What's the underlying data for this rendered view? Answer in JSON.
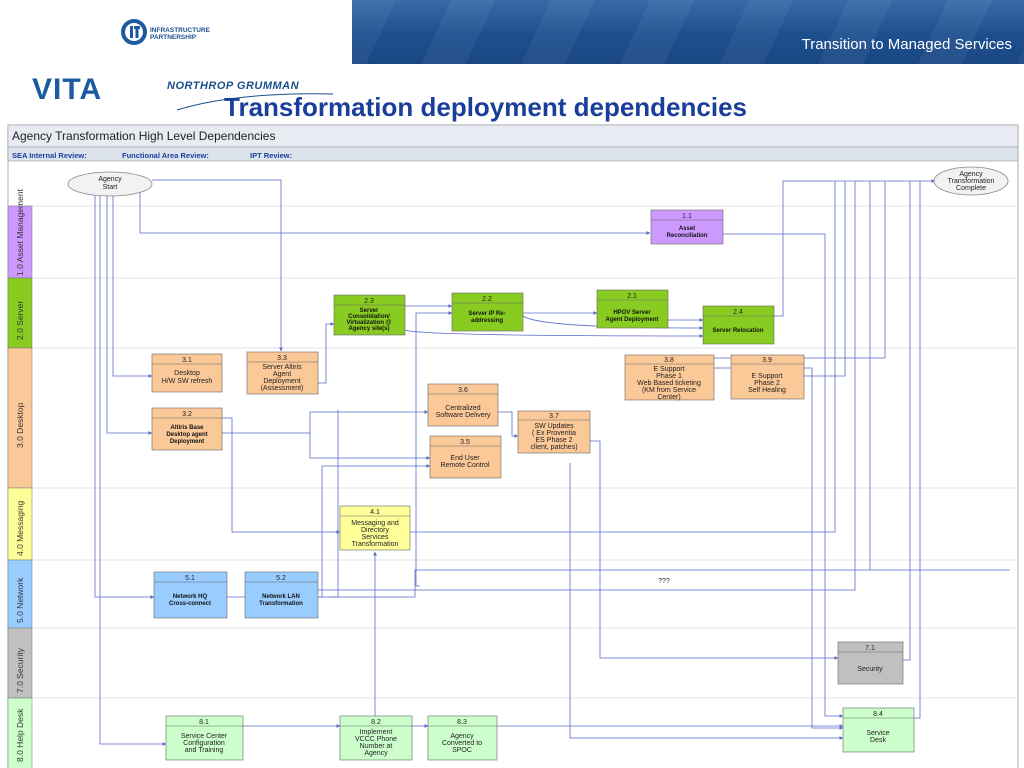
{
  "header": {
    "title": "Transition to Managed Services",
    "logo_it_text_line1": "INFRASTRUCTURE",
    "logo_it_text_line2": "PARTNERSHIP",
    "logo_vita": "VITA",
    "logo_ng": "NORTHROP GRUMMAN"
  },
  "slide_title": "Transformation deployment dependencies",
  "diagram": {
    "title": "Agency Transformation High Level Dependencies",
    "review_labels": [
      "SEA Internal Review:",
      "Functional Area Review:",
      "IPT Review:"
    ],
    "start_label": [
      "Agency",
      "Start"
    ],
    "end_label": [
      "Agency",
      "Transformation",
      "Complete"
    ],
    "unknown_note": "???",
    "colors": {
      "asset": "#cc99ff",
      "server": "#88cc22",
      "desktop": "#fbc898",
      "messaging": "#ffff99",
      "network": "#99ccff",
      "security": "#c0c0c0",
      "helpdesk": "#ccffcc",
      "connector": "#5a6bc7"
    },
    "lanes": [
      {
        "label": "1.0 Asset Management"
      },
      {
        "label": "2.0 Server"
      },
      {
        "label": "3.0 Desktop"
      },
      {
        "label": "4.0 Messaging"
      },
      {
        "label": "5.0 Network"
      },
      {
        "label": "7.0 Security"
      },
      {
        "label": "8.0 Help Desk"
      }
    ],
    "boxes": [
      {
        "id": "1.1",
        "lines": [
          "Asset",
          "Reconciliation"
        ]
      },
      {
        "id": "2.3",
        "lines": [
          "Server",
          "Consolidation/",
          "Virtualization @",
          "Agency site(s)"
        ]
      },
      {
        "id": "2.2",
        "lines": [
          "Server IP Re-",
          "addressing"
        ]
      },
      {
        "id": "2.1",
        "lines": [
          "HPOV Server",
          "Agent Deployment"
        ]
      },
      {
        "id": "2.4",
        "lines": [
          "Server Relocation"
        ]
      },
      {
        "id": "3.1",
        "lines": [
          "Desktop",
          "H/W SW refresh"
        ]
      },
      {
        "id": "3.3",
        "lines": [
          "Server Altiris",
          "Agent",
          "Deployment",
          "(Assessment)"
        ]
      },
      {
        "id": "3.8",
        "lines": [
          "E Support",
          "Phase 1",
          "Web Based ticketing",
          "(KM from Service",
          "Center)"
        ]
      },
      {
        "id": "3.9",
        "lines": [
          "E Support",
          "Phase 2",
          "Self Healing"
        ]
      },
      {
        "id": "3.6",
        "lines": [
          "Centralized",
          "Software Delivery"
        ]
      },
      {
        "id": "3.2",
        "lines": [
          "Altiris Base",
          "Desktop agent",
          "Deployment"
        ]
      },
      {
        "id": "3.7",
        "lines": [
          "SW Updates",
          "( Ex Proventia",
          "ES Phase 2",
          "client, patches)"
        ]
      },
      {
        "id": "3.5",
        "lines": [
          "End User",
          "Remote Control"
        ]
      },
      {
        "id": "4.1",
        "lines": [
          "Messaging and",
          "Directory",
          "Services",
          "Transformation"
        ]
      },
      {
        "id": "5.1",
        "lines": [
          "Network HQ",
          "Cross-connect"
        ]
      },
      {
        "id": "5.2",
        "lines": [
          "Network LAN",
          "Transformation"
        ]
      },
      {
        "id": "7.1",
        "lines": [
          "Security"
        ]
      },
      {
        "id": "8.1",
        "lines": [
          "Service Center",
          "Configuration",
          "and Training"
        ]
      },
      {
        "id": "8.2",
        "lines": [
          "Implement",
          "VCCC Phone",
          "Number at",
          "Agency"
        ]
      },
      {
        "id": "8.3",
        "lines": [
          "Agency",
          "Converted to",
          "SPOC"
        ]
      },
      {
        "id": "8.4",
        "lines": [
          "Service",
          "Desk"
        ]
      }
    ]
  }
}
